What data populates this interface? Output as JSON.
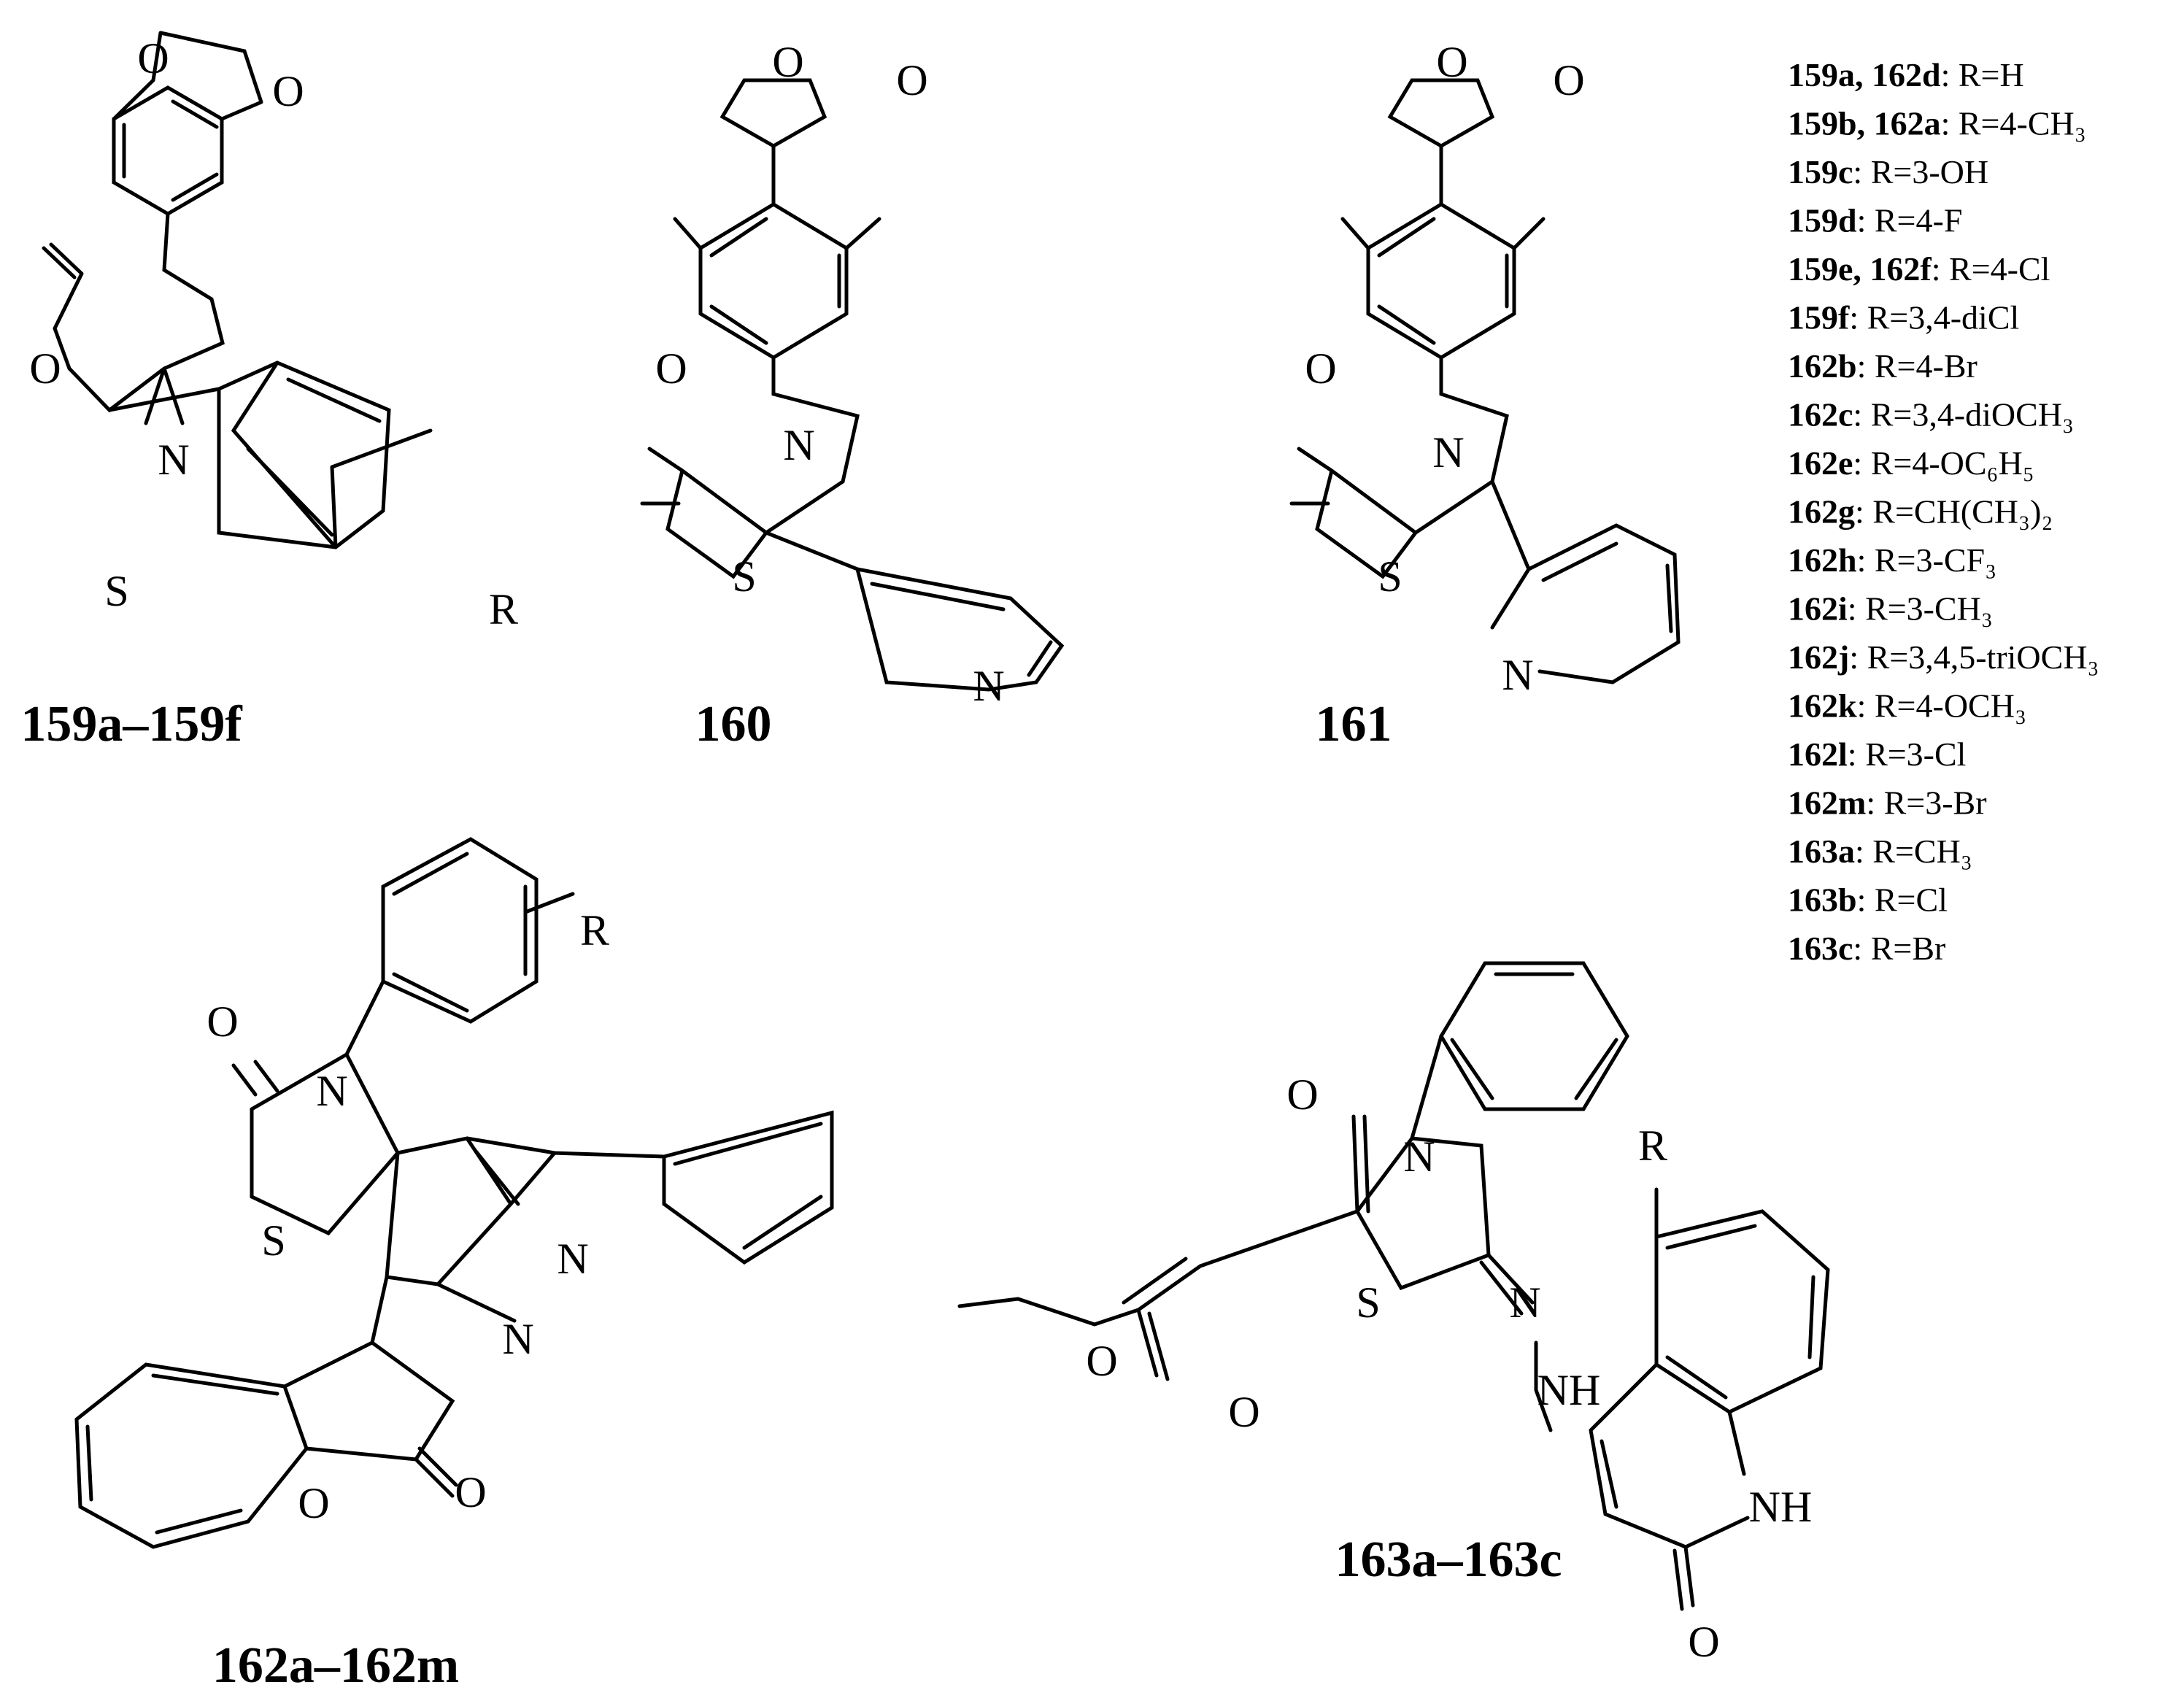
{
  "atoms": {
    "O": "O",
    "N": "N",
    "S": "S",
    "R": "R",
    "NH": "NH"
  },
  "compounds": {
    "c159": "159a–159f",
    "c160": "160",
    "c161": "161",
    "c162": "162a–162m",
    "c163": "163a–163c"
  },
  "legend": [
    {
      "ids": "159a, 162d",
      "r": "R=H"
    },
    {
      "ids": "159b, 162a",
      "r": "R=4-CH₃"
    },
    {
      "ids": "159c",
      "r": "R=3-OH"
    },
    {
      "ids": "159d",
      "r": "R=4-F"
    },
    {
      "ids": "159e, 162f",
      "r": "R=4-Cl"
    },
    {
      "ids": "159f",
      "r": "R=3,4-diCl"
    },
    {
      "ids": "162b",
      "r": "R=4-Br"
    },
    {
      "ids": "162c",
      "r": "R=3,4-diOCH₃"
    },
    {
      "ids": "162e",
      "r": "R=4-OC₆H₅"
    },
    {
      "ids": "162g",
      "r": "R=CH(CH₃)₂"
    },
    {
      "ids": "162h",
      "r": "R=3-CF₃"
    },
    {
      "ids": "162i",
      "r": "R=3-CH₃"
    },
    {
      "ids": "162j",
      "r": "R=3,4,5-triOCH₃"
    },
    {
      "ids": "162k",
      "r": "R=4-OCH₃"
    },
    {
      "ids": "162l",
      "r": "R=3-Cl"
    },
    {
      "ids": "162m",
      "r": "R=3-Br"
    },
    {
      "ids": "163a",
      "r": "R=CH₃"
    },
    {
      "ids": "163b",
      "r": "R=Cl"
    },
    {
      "ids": "163c",
      "r": "R=Br"
    }
  ]
}
